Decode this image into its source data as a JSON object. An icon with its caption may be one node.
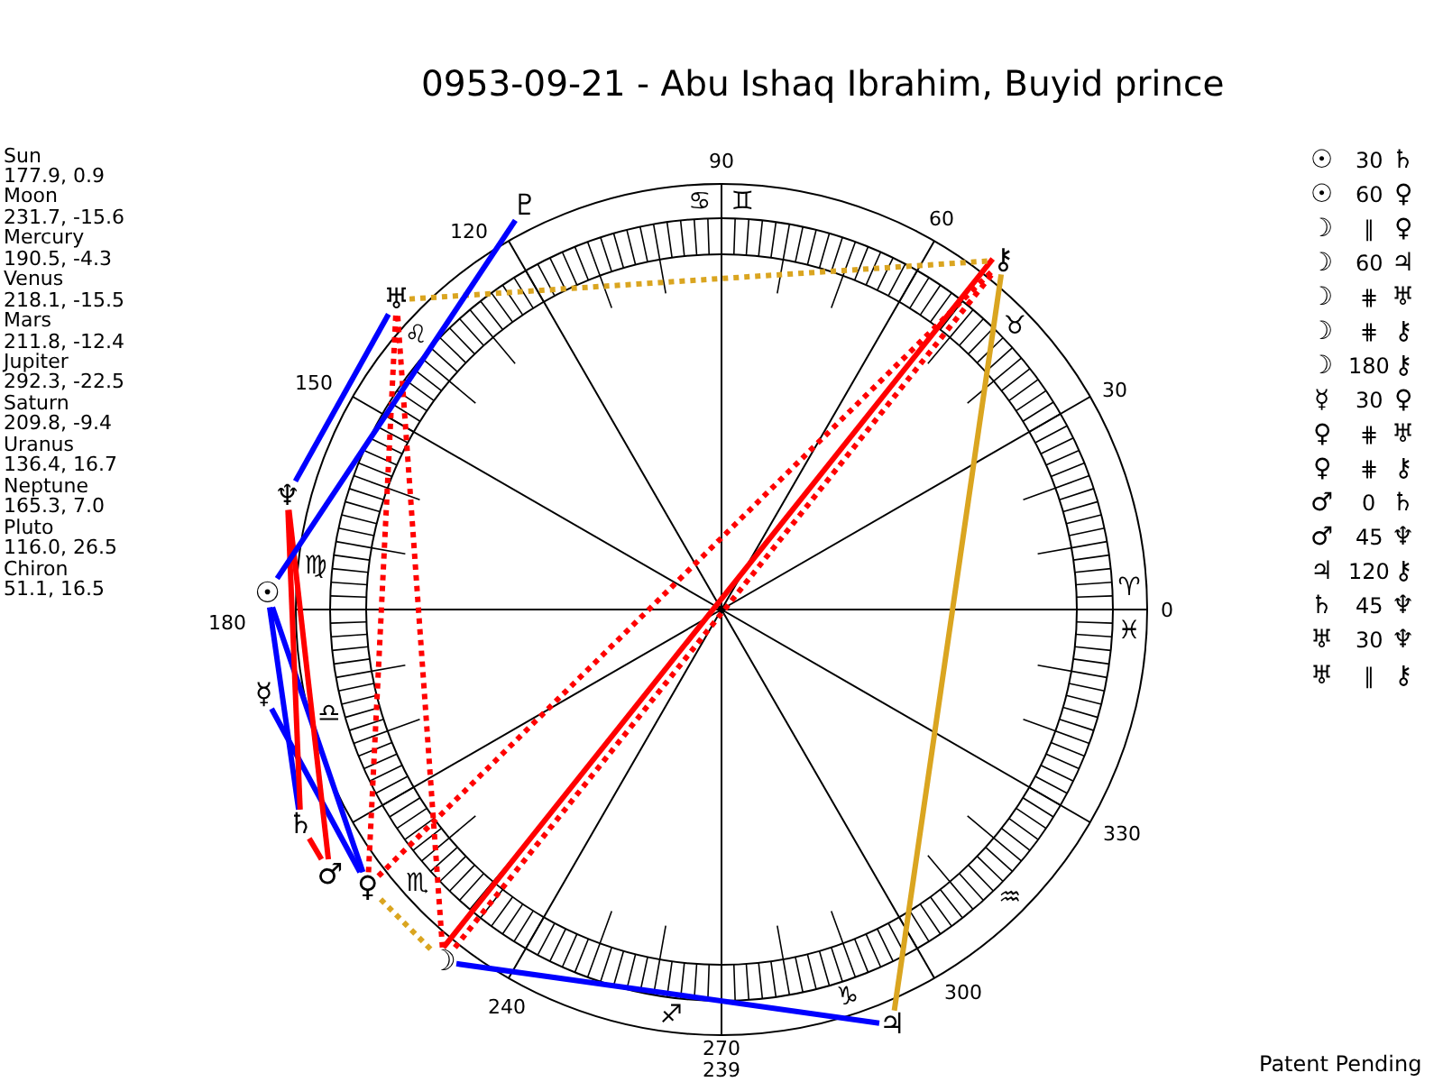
{
  "diagram": {
    "title": "0953-09-21 - Abu Ishaq Ibrahim, Buyid prince",
    "nodes": [
      {
        "text": [
          "♇"
        ]
      },
      {
        "text": [
          "⚷"
        ]
      },
      {
        "text": [
          "♅"
        ]
      },
      {
        "text": [
          "♆"
        ]
      },
      {
        "text": [
          "☉"
        ]
      },
      {
        "text": [
          "☿"
        ]
      },
      {
        "text": [
          "♄"
        ]
      },
      {
        "text": [
          "♂"
        ]
      },
      {
        "text": [
          "♀"
        ]
      },
      {
        "text": [
          "☽"
        ]
      },
      {
        "text": [
          "♃"
        ]
      }
    ],
    "edges": [
      {
        "from": 4,
        "to": 6,
        "arrow": "none",
        "color": "#0000ff"
      },
      {
        "from": 4,
        "to": 8,
        "arrow": "none",
        "color": "#0000ff"
      },
      {
        "from": 9,
        "to": 8,
        "arrow": "none",
        "style": "dashed",
        "color": "#daa520"
      },
      {
        "from": 9,
        "to": 10,
        "arrow": "none",
        "color": "#0000ff"
      },
      {
        "from": 9,
        "to": 2,
        "arrow": "none",
        "style": "dashed"
      },
      {
        "from": 9,
        "to": 1,
        "arrow": "none",
        "style": "dashed"
      },
      {
        "from": 9,
        "to": 1,
        "arrow": "none"
      },
      {
        "from": 5,
        "to": 8,
        "arrow": "none",
        "color": "#0000ff"
      },
      {
        "from": 8,
        "to": 2,
        "arrow": "none",
        "style": "dashed"
      },
      {
        "from": 8,
        "to": 1,
        "arrow": "none",
        "style": "dashed"
      },
      {
        "from": 7,
        "to": 6,
        "arrow": "none"
      },
      {
        "from": 7,
        "to": 3,
        "arrow": "none"
      },
      {
        "from": 10,
        "to": 1,
        "arrow": "none",
        "color": "#daa520"
      },
      {
        "from": 6,
        "to": 3,
        "arrow": "none"
      },
      {
        "from": 2,
        "to": 3,
        "arrow": "none",
        "color": "#0000ff"
      },
      {
        "from": 2,
        "to": 1,
        "arrow": "none",
        "style": "dashed",
        "color": "#daa520"
      },
      {
        "from": 0,
        "to": 4,
        "arrow": "none",
        "color": "#0000ff"
      }
    ],
    "labels": [
      "Sun",
      "177.9, 0.9",
      "Moon",
      "231.7, -15.6",
      "Mercury",
      "190.5, -4.3",
      "Venus",
      "218.1, -15.5",
      "Mars",
      "211.8, -12.4",
      "Jupiter",
      "292.3, -22.5",
      "Saturn",
      "209.8, -9.4",
      "Uranus",
      "136.4, 16.7",
      "Neptune",
      "165.3, 7.0",
      "Pluto",
      "116.0, 26.5",
      "Chiron",
      "51.1, 16.5",
      "90",
      "♋",
      "♊",
      "120",
      "60",
      "♌",
      "♉",
      "150",
      "30",
      "♍",
      "♈",
      "180",
      "0",
      "♎",
      "♓",
      "330",
      "♏",
      "♒",
      "240",
      "300",
      "♐",
      "♑",
      "270",
      "239",
      "☉",
      "30",
      "♄",
      "☉",
      "60",
      "♀",
      "☽",
      "∥",
      "♀",
      "☽",
      "60",
      "♃",
      "☽",
      "⋕",
      "♅",
      "☽",
      "⋕",
      "⚷",
      "☽",
      "180",
      "⚷",
      "☿",
      "30",
      "♀",
      "♀",
      "⋕",
      "♅",
      "♀",
      "⋕",
      "⚷",
      "♂",
      "0",
      "♄",
      "♂",
      "45",
      "♆",
      "♃",
      "120",
      "⚷",
      "♄",
      "45",
      "♆",
      "♅",
      "30",
      "♆",
      "♅",
      "∥",
      "⚷",
      "Patent Pending"
    ]
  }
}
